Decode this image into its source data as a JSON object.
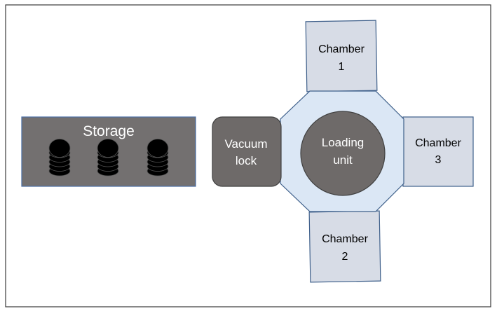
{
  "storage": {
    "label": "Storage",
    "wafer_stacks": 3
  },
  "vacuum_lock": {
    "line1": "Vacuum",
    "line2": "lock"
  },
  "loading_unit": {
    "line1": "Loading",
    "line2": "unit"
  },
  "chambers": [
    {
      "id": "1",
      "line1": "Chamber",
      "line2": "1"
    },
    {
      "id": "2",
      "line1": "Chamber",
      "line2": "2"
    },
    {
      "id": "3",
      "line1": "Chamber",
      "line2": "3"
    }
  ],
  "colors": {
    "frame_border": "#3a3a3a",
    "storage_fill": "#737070",
    "storage_border": "#4a6fa5",
    "dark_fill": "#6e6a69",
    "dark_border": "#404040",
    "hub_fill": "#dbe7f5",
    "hub_border": "#3e5f8a",
    "chamber_fill": "#d7dce6",
    "chamber_border": "#3e5f8a",
    "wafer": "#000000",
    "light_text": "#ffffff",
    "dark_text": "#000000"
  }
}
